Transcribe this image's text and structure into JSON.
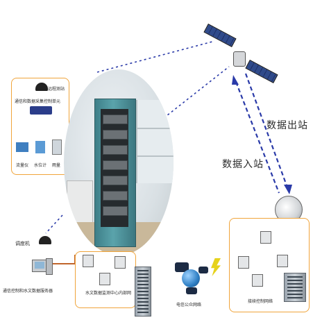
{
  "diagram": {
    "labels": {
      "data_out": "数据出站",
      "data_in": "数据入站",
      "remote_station": "远程测站",
      "comm_terminal": "通信和数据采集控制单元",
      "rain_gauge": "流量仪",
      "water_level": "水位计",
      "other_sensor": "雨量",
      "dispatcher": "调度机",
      "comm_server": "通信控制和水文数据服务器",
      "center_lan": "水文数据监测中心内部网",
      "pstn": "电信公众网络",
      "relay_net": "接续控制网络"
    },
    "colors": {
      "link": "#2a3aa8",
      "panel_border": "#f0a43a",
      "lan_line": "#c0642a"
    },
    "icons": [
      "satellite-icon",
      "dish-antenna-icon",
      "cabinet-photo",
      "computer-icon",
      "building-icon",
      "globe-icon",
      "telephone-icon",
      "lightning-icon"
    ]
  }
}
